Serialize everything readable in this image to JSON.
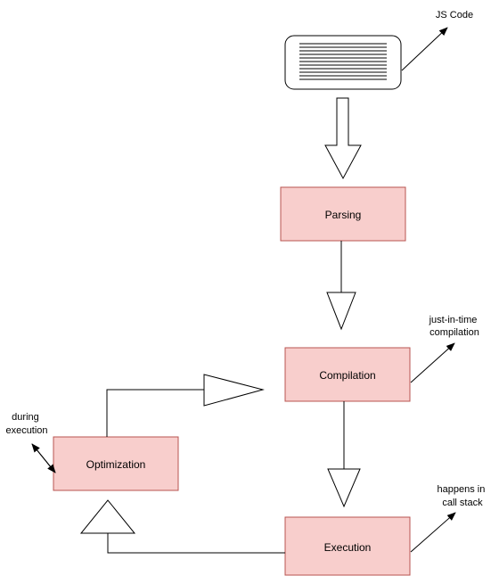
{
  "colors": {
    "stage_fill": "#f8cecc",
    "stage_stroke": "#b85450",
    "line": "#000000",
    "background": "#ffffff"
  },
  "source": {
    "icon": "document-lines-icon",
    "label": "JS Code"
  },
  "stages": {
    "parsing": "Parsing",
    "compilation": "Compilation",
    "execution": "Execution",
    "optimization": "Optimization"
  },
  "notes": {
    "compilation": [
      "just-in-time",
      "compilation"
    ],
    "execution": [
      "happens in",
      "call stack"
    ],
    "optimization": [
      "during",
      "execution"
    ]
  }
}
